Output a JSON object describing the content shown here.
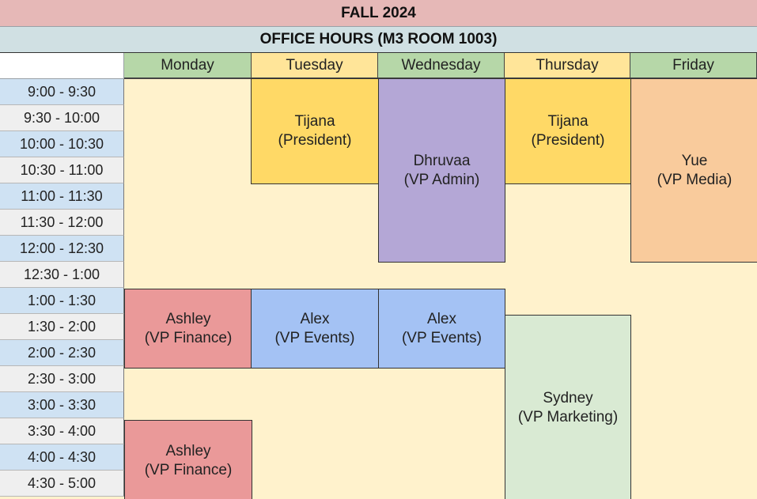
{
  "title": "FALL 2024",
  "subtitle": "OFFICE HOURS (M3 ROOM 1003)",
  "days": [
    "Monday",
    "Tuesday",
    "Wednesday",
    "Thursday",
    "Friday"
  ],
  "times": [
    "9:00 - 9:30",
    "9:30 - 10:00",
    "10:00 - 10:30",
    "10:30 - 11:00",
    "11:00 - 11:30",
    "11:30 - 12:00",
    "12:00 - 12:30",
    "12:30 - 1:00",
    "1:00 - 1:30",
    "1:30 - 2:00",
    "2:00 - 2:30",
    "2:30 - 3:00",
    "3:00 - 3:30",
    "3:30 - 4:00",
    "4:00 - 4:30",
    "4:30 - 5:00"
  ],
  "events": [
    {
      "name": "Tijana",
      "role": "(President)",
      "day": 1,
      "start": 0,
      "end": 4,
      "color": "#ffd966"
    },
    {
      "name": "Dhruvaa",
      "role": "(VP Admin)",
      "day": 2,
      "start": 0,
      "end": 7,
      "color": "#b4a7d6"
    },
    {
      "name": "Tijana",
      "role": "(President)",
      "day": 3,
      "start": 0,
      "end": 4,
      "color": "#ffd966"
    },
    {
      "name": "Yue",
      "role": "(VP Media)",
      "day": 4,
      "start": 0,
      "end": 7,
      "color": "#f9cb9c"
    },
    {
      "name": "Ashley",
      "role": "(VP Finance)",
      "day": 0,
      "start": 8,
      "end": 11,
      "color": "#ea9999"
    },
    {
      "name": "Alex",
      "role": "(VP Events)",
      "day": 1,
      "start": 8,
      "end": 11,
      "color": "#a4c2f4"
    },
    {
      "name": "Alex",
      "role": "(VP Events)",
      "day": 2,
      "start": 8,
      "end": 11,
      "color": "#a4c2f4"
    },
    {
      "name": "Sydney",
      "role": "(VP Marketing)",
      "day": 3,
      "start": 9,
      "end": 16,
      "color": "#d9ead3"
    },
    {
      "name": "Ashley",
      "role": "(VP Finance)",
      "day": 0,
      "start": 13,
      "end": 16,
      "color": "#ea9999"
    }
  ]
}
